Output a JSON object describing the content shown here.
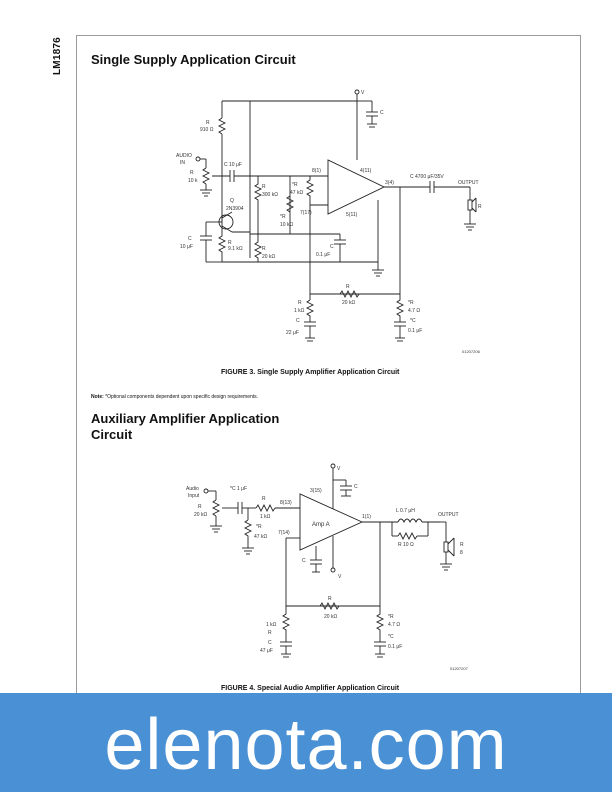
{
  "side_label": "LM1876",
  "section1": {
    "title": "Single Supply Application Circuit",
    "caption": "FIGURE 3. Single Supply Amplifier Application Circuit",
    "drawing_id": "01207206",
    "labels": {
      "vcc": "V",
      "c3": "C",
      "r4": "R",
      "r4v": "910 Ω",
      "audio": "AUDIO",
      "in": "IN",
      "rv": "R",
      "rvv": "10 k",
      "c1": "C  10 μF",
      "r1": "R",
      "r1v": "300 kΩ",
      "rin": "*R",
      "rinv": "47 kΩ",
      "q1": "Q",
      "q1v": "2N3904",
      "rb": "*R",
      "rbv": "10 kΩ",
      "cb": "C",
      "cbv": "10 μF",
      "r2": "R",
      "r2v": "9.1 kΩ",
      "r3": "R",
      "r3v": "20 kΩ",
      "c2": "C",
      "c2v": "0.1 μF",
      "pin_in_plus": "8(1)",
      "pin_in_minus": "7(17)",
      "pin_out": "3(4)",
      "pin_v": "4(11)",
      "pin_gnd": "5(11)",
      "cout": "C  4700 μF/35V",
      "output": "OUTPUT",
      "rl": "R",
      "rf": "R",
      "rfv": "20 kΩ",
      "ri": "R",
      "riv": "1 kΩ",
      "ci": "C",
      "civ": "22 μF",
      "rsn": "*R",
      "rsnv": "4.7 Ω",
      "csn": "*C",
      "csnv": "0.1 μF"
    }
  },
  "note": {
    "bold": "Note:",
    "text": " *Optional components dependent upon specific design requirements."
  },
  "section2": {
    "title": "Auxiliary Amplifier Application Circuit",
    "caption": "FIGURE 4. Special Audio Amplifier Application Circuit",
    "drawing_id": "01207207",
    "labels": {
      "vcc": "V",
      "cs": "C",
      "audio": "Audio",
      "input": "Input",
      "rv": "R",
      "rvv": "20 kΩ",
      "cin": "*C  1 μF",
      "rin": "R",
      "rinv": "1 kΩ",
      "rbias": "*R",
      "rbiasv": "47 kΩ",
      "pin_plus": "8(13)",
      "pin_minus": "7(14)",
      "pin_v": "3(15)",
      "amp": "Amp A",
      "pin_out": "1(1)",
      "lo": "L  0.7 μH",
      "ro": "R  10 Ω",
      "output": "OUTPUT",
      "rl": "R",
      "rlv": "8",
      "cs2": "C",
      "vee": "V",
      "rf": "R",
      "rfv": "20 kΩ",
      "ri": "1 kΩ",
      "ri2": "R",
      "ci": "C",
      "civ": "47 μF",
      "rsn": "*R",
      "rsnv": "4.7 Ω",
      "csn": "*C",
      "csnv": "0.1 μF"
    }
  },
  "footer_id": "www.elenota.com",
  "banner": {
    "text": "elenota.com",
    "color": "#4a90d4"
  }
}
